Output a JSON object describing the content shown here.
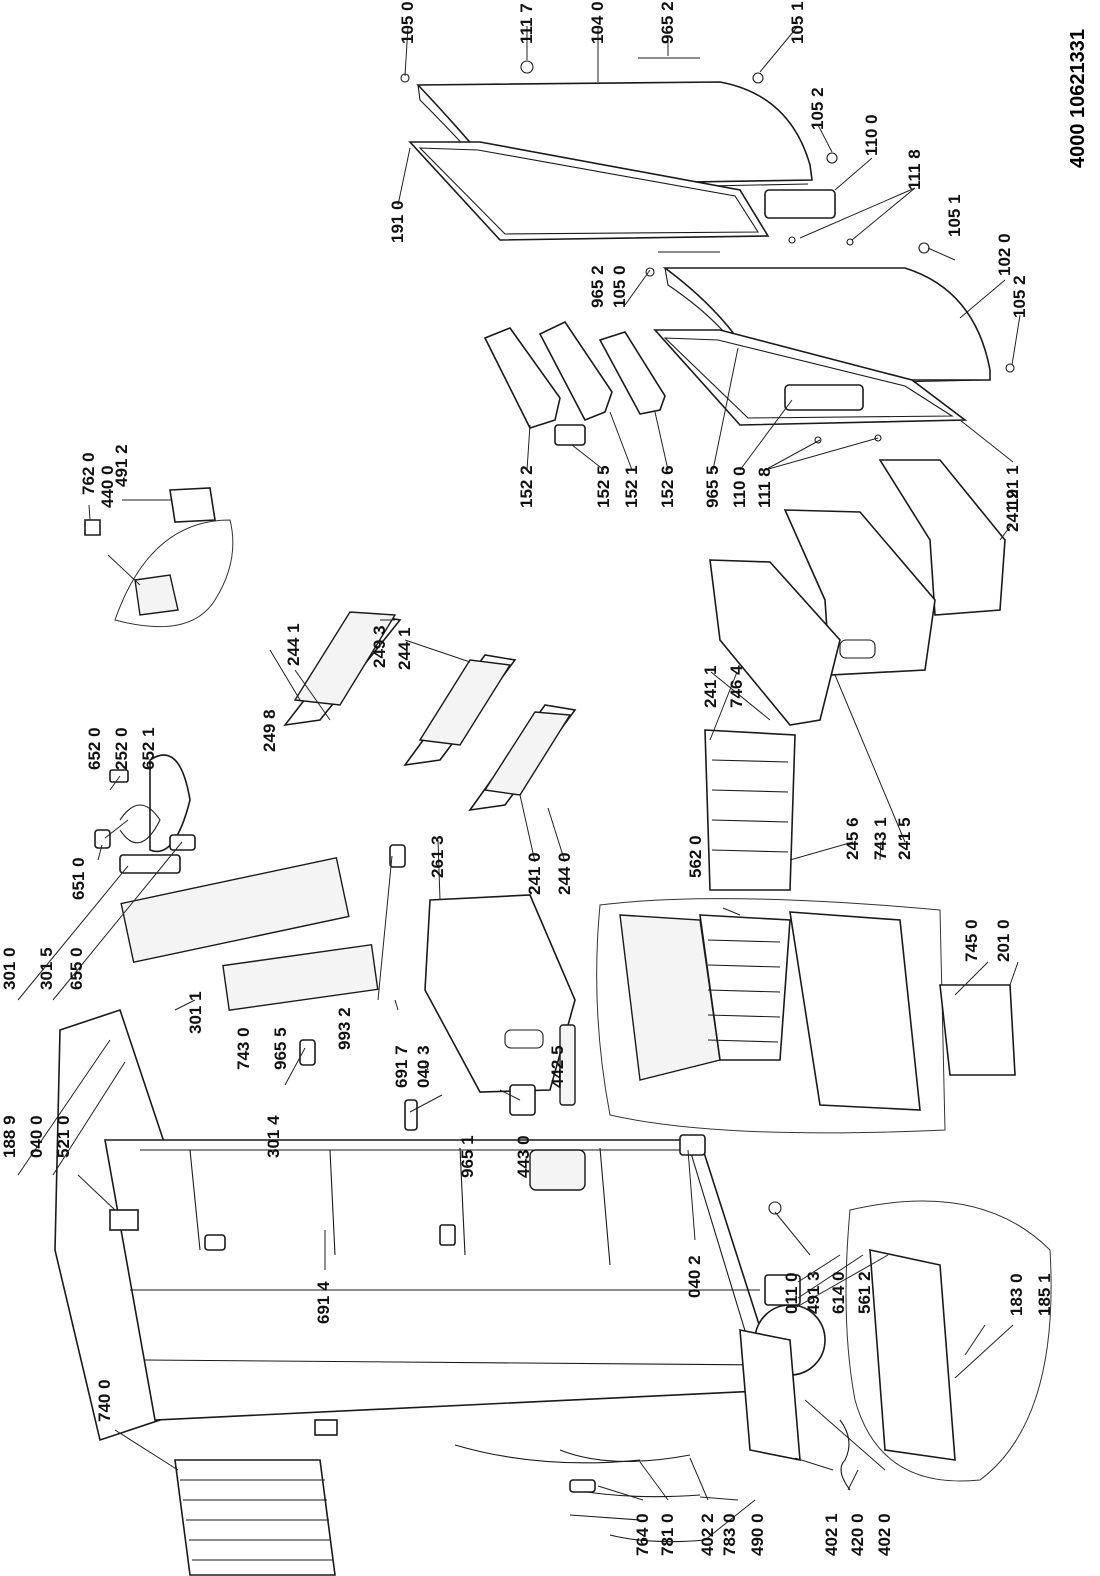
{
  "document_number": "4000 10621331",
  "part_labels": [
    "105 0",
    "111 7",
    "104 0",
    "965 2",
    "105 1",
    "105 2",
    "110 0",
    "111 8",
    "191 0",
    "965 2",
    "105 0",
    "105 1",
    "102 0",
    "105 2",
    "152 2",
    "152 5",
    "152 1",
    "152 6",
    "965 5",
    "110 0",
    "111 8",
    "191 1",
    "241 2",
    "440 0",
    "762 0",
    "491 2",
    "244 1",
    "249 3",
    "244 1",
    "249 8",
    "241 0",
    "244 0",
    "261 3",
    "241 1",
    "746 4",
    "245 6",
    "743 1",
    "241 5",
    "562 0",
    "652 0",
    "252 0",
    "652 1",
    "651 0",
    "745 0",
    "201 0",
    "301 0",
    "301 5",
    "655 0",
    "301 1",
    "743 0",
    "965 5",
    "993 2",
    "691 7",
    "040 3",
    "442 5",
    "188 9",
    "040 0",
    "521 0",
    "301 4",
    "691 4",
    "965 1",
    "443 0",
    "040 2",
    "011 0",
    "491 3",
    "614 0",
    "561 2",
    "183 0",
    "185 1",
    "740 0",
    "764 0",
    "781 0",
    "402 2",
    "783 0",
    "490 0",
    "402 1",
    "420 0",
    "402 0"
  ]
}
